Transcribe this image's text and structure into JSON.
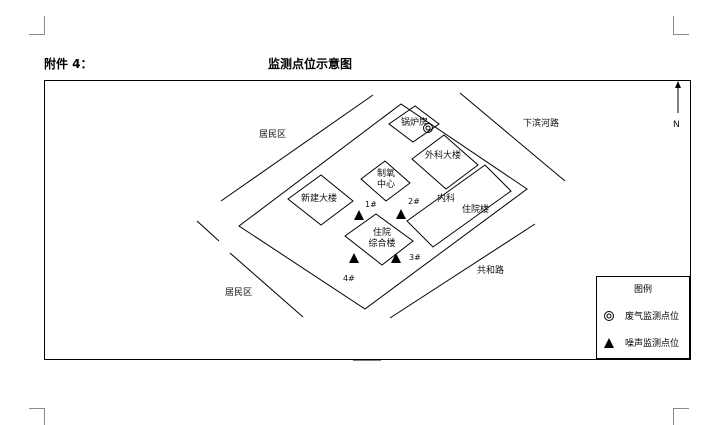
{
  "document": {
    "attachment_label": "附件 4：",
    "title": "监测点位示意图"
  },
  "map": {
    "north_label": "N",
    "roads": {
      "xiabin_road": "下滨河路",
      "gonghe_road": "共和路"
    },
    "areas": {
      "residential_top": "居民区",
      "residential_bottom": "居民区"
    },
    "buildings": {
      "boiler_room": "锅炉房",
      "surgery_building": "外科大楼",
      "oxygen_center_line1": "制氧",
      "oxygen_center_line2": "中心",
      "new_building": "新建大楼",
      "internal_medicine_line1": "内科",
      "internal_medicine_line2": "住院楼",
      "inpatient_line1": "住院",
      "inpatient_line2": "综合楼"
    },
    "noise_points": {
      "p1": "1#",
      "p2": "2#",
      "p3": "3#",
      "p4": "4#"
    }
  },
  "legend": {
    "title": "图例",
    "waste_gas": "废气监测点位",
    "noise": "噪声监测点位"
  },
  "icons": {
    "waste_gas_symbol": "double-circle-icon",
    "noise_symbol": "filled-triangle-icon",
    "north_symbol": "north-arrow-icon"
  }
}
